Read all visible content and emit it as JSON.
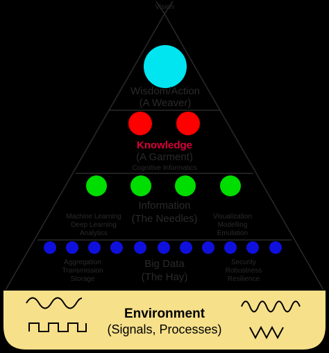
{
  "apex_label": "Vision",
  "tiers": {
    "wisdom": {
      "title": "Wisdom/Action",
      "subtitle": "(A Weaver)"
    },
    "knowledge": {
      "title": "Knowledge",
      "subtitle": "(A Garment)",
      "left_note": "Cognitive Informatics"
    },
    "information": {
      "title": "Information",
      "subtitle": "(The Needles)",
      "left_notes": [
        "Machine Learning",
        "Deep Learning",
        "Analytics"
      ],
      "right_notes": [
        "Visualization",
        "Modelling",
        "Emulation"
      ]
    },
    "data": {
      "title": "Big Data",
      "subtitle": "(The Hay)",
      "left_notes": [
        "Aggregation",
        "Transmission",
        "Storage"
      ],
      "right_notes": [
        "Security",
        "Robustness",
        "Resilience"
      ]
    }
  },
  "environment": {
    "title": "Environment",
    "subtitle": "(Signals, Processes)"
  },
  "colors": {
    "wisdom_dot": "#00e5f0",
    "knowledge_dot": "#ff0000",
    "knowledge_text": "#d8003a",
    "information_dot": "#00dd00",
    "data_dot": "#1010dd",
    "environment_fill": "#f6e08a",
    "label_text": "#2a2a2a"
  },
  "dot_counts": {
    "wisdom": 1,
    "knowledge": 2,
    "information": 4,
    "data": 11
  }
}
